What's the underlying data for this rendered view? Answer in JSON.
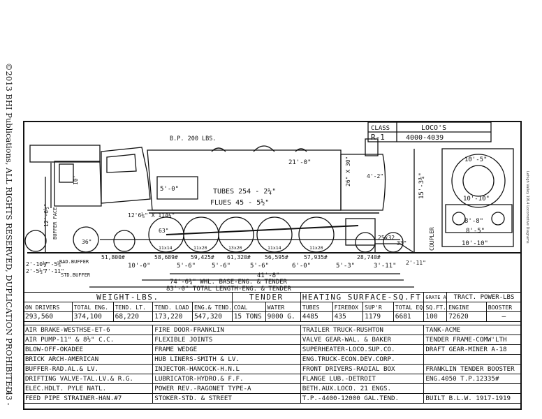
{
  "margin": {
    "copyright": "©2013 BHI Publications, ALL RIGHTS RESERVED, DUPLICATION PROHIBITED",
    "page_number": "- 43 -",
    "right_note": "Lehigh Valley   1914 Locomotive Diagrams"
  },
  "title_block": {
    "class_label": "CLASS",
    "loco_label": "LOCO'S",
    "class_value": "R-1",
    "loco_numbers": "4000-4039"
  },
  "drawing": {
    "pressure": "B.P. 200 LBS.",
    "boiler_length": "21'-0\"",
    "firebox_height": "5'-0\"",
    "tubes": "TUBES 254 - 2¼\"",
    "flues": "FLUES 45 - 5½\"",
    "cylinder": "26\" X 30\"",
    "grate": "12'6⅛\" X 114¼\"",
    "stack_height": "15'-3¾\"",
    "dome": "4'-2\"",
    "cab_height": "10'",
    "tender_height": "12'-6½\"",
    "buffer_face": "BUFFER FACE",
    "rad_buffer": "RAD.BUFFER",
    "std_buffer": "STD.BUFFER",
    "coupler": "COUPLER",
    "coupler_height": "2'-11\"",
    "wheel_dia_rear": "36\"",
    "wheel_dia_lead": "33\"",
    "wheel_dia_drivers": "63\"",
    "cyl_dim": "25x32",
    "axle_loads": [
      "51,800#",
      "58,689#",
      "59,425#",
      "61,320#",
      "56,595#",
      "57,935#",
      "28,740#"
    ],
    "driver_bearings": [
      "11x14",
      "11x20",
      "13x20",
      "11x14",
      "11x20"
    ],
    "spacings_bottom": [
      "10'-0\"",
      "5'-6\"",
      "5'-6\"",
      "5'-6\"",
      "6'-0\"",
      "5'-3\"",
      "3'-11\""
    ],
    "left_dims": [
      "2'-10½\"",
      "7'-5⅝\"",
      "2'-5½\"",
      "7'-11\""
    ],
    "wheelbase_eng": "41'-8\"",
    "wheelbase_total": "74'-6¾\" WHL. BASE-ENG. & TENDER",
    "total_length": "83'-0\" TOTAL LENGTH-ENG. & TENDER",
    "end_view": {
      "boiler_dia": "10'-5\"",
      "width": "10'-10\"",
      "height": "8'-8\"",
      "cyl_centers": "8'-5\"",
      "front_width": "10'-10\""
    }
  },
  "table": {
    "headers": {
      "weight": "WEIGHT-LBS.",
      "tender": "TENDER",
      "heating": "HEATING SURFACE-SQ.FT.",
      "grate": "GRATE AREA",
      "tractive": "TRACT. POWER-LBS"
    },
    "columns": [
      "ON DRIVERS",
      "TOTAL ENG.",
      "TEND. LT.",
      "TEND. LOAD",
      "ENG.& TEND.",
      "COAL",
      "WATER",
      "TUBES",
      "FIREBOX",
      "SUP'R",
      "TOTAL EQ.",
      "SQ.FT.",
      "ENGINE",
      "BOOSTER"
    ],
    "values": [
      "293,560",
      "374,100",
      "68,220",
      "173,220",
      "547,320",
      "15 TONS",
      "9000 G.",
      "4485",
      "435",
      "1179",
      "6681",
      "100",
      "72620",
      "—"
    ],
    "specs": [
      [
        "AIR BRAKE-WESTHSE-ET-6",
        "FIRE DOOR-FRANKLIN",
        "TRAILER TRUCK-RUSHTON",
        "TANK-ACME"
      ],
      [
        "AIR PUMP-11\" & 8½\" C.C.",
        "FLEXIBLE JOINTS",
        "VALVE GEAR-WAL. & BAKER",
        "TENDER FRAME-COMW'LTH"
      ],
      [
        "BLOW-OFF-OKADEE",
        "FRAME WEDGE",
        "SUPERHEATER-LOCO.SUP.CO.",
        "DRAFT GEAR-MINER A-18"
      ],
      [
        "BRICK ARCH-AMERICAN",
        "HUB LINERS-SMITH & LV.",
        "ENG.TRUCK-ECON.DEV.CORP.",
        ""
      ],
      [
        "BUFFER-RAD.AL.& LV.",
        "INJECTOR-HANCOCK-H.N.L",
        "FRONT DRIVERS-RADIAL BOX",
        "FRANKLIN TENDER BOOSTER"
      ],
      [
        "DRIFTING VALVE-TAL.LV.& R.G.",
        "LUBRICATOR-HYDRO.& F.F.",
        "FLANGE LUB.-DETROIT",
        "ENG.4050 T.P.12335#"
      ],
      [
        "ELEC.HDLT. PYLE NATL.",
        "POWER REV.-RAGONET TYPE-A",
        "BETH.AUX.LOCO. 21 ENGS.",
        ""
      ],
      [
        "FEED PIPE STRAINER-HAN.#7",
        "STOKER-STD. & STREET",
        "T.P.-4400-12000 GAL.TEND.",
        "BUILT B.L.W. 1917-1919"
      ]
    ]
  }
}
